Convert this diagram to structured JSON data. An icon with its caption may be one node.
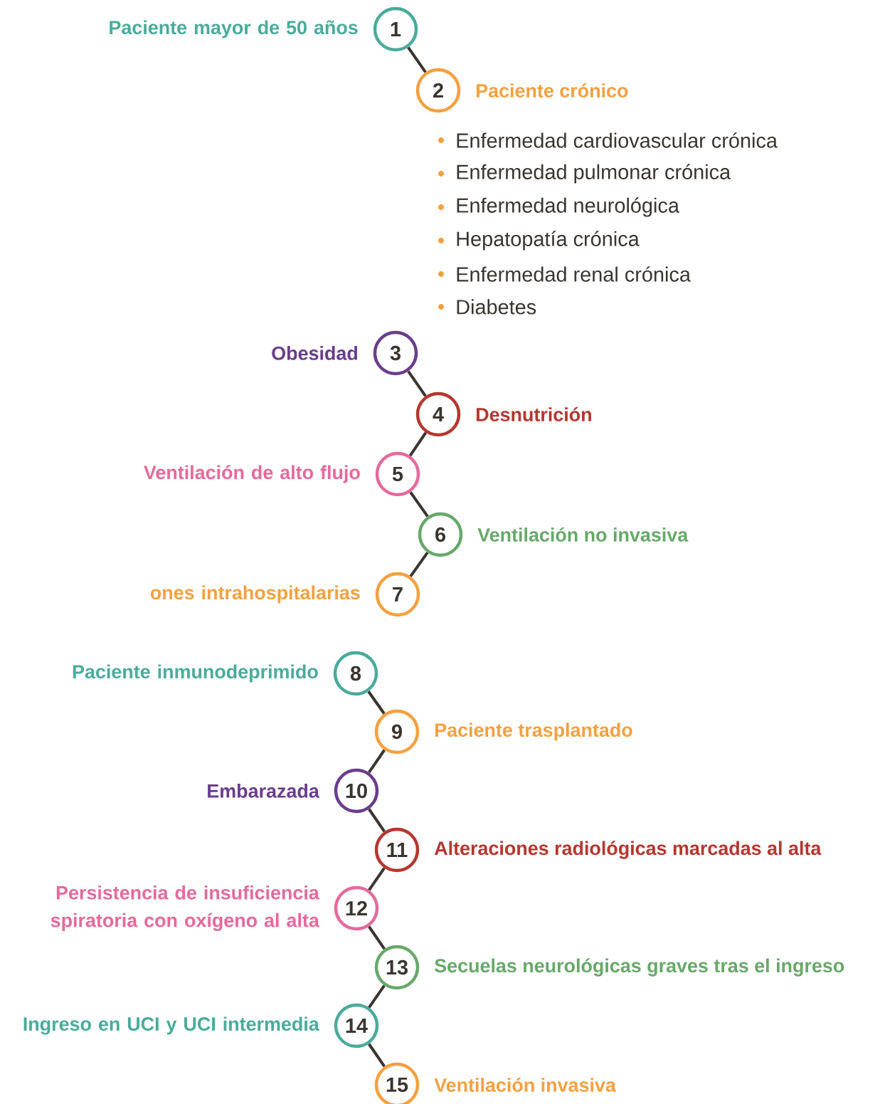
{
  "diagram": {
    "nodes": [
      {
        "text": [
          "1"
        ],
        "beside": [
          "Paciente mayor de 50 años"
        ]
      },
      {
        "text": [
          "2"
        ],
        "beside": [
          "Paciente crónico"
        ]
      },
      {
        "text": [
          "3"
        ],
        "beside": [
          "Obesidad"
        ]
      },
      {
        "text": [
          "4"
        ],
        "beside": [
          "Desnutrición"
        ]
      },
      {
        "text": [
          "5"
        ],
        "beside": [
          "Ventilación de alto flujo"
        ]
      },
      {
        "text": [
          "6"
        ],
        "beside": [
          "Ventilación no invasiva"
        ]
      },
      {
        "text": [
          "7"
        ],
        "beside": [
          "ones intrahospitalarias"
        ]
      },
      {
        "text": [
          "8"
        ],
        "beside": [
          "Paciente inmunodeprimido"
        ]
      },
      {
        "text": [
          "9"
        ],
        "beside": [
          "Paciente trasplantado"
        ]
      },
      {
        "text": [
          "10"
        ],
        "beside": [
          "Embarazada"
        ]
      },
      {
        "text": [
          "11"
        ],
        "beside": [
          "Alteraciones radiológicas marcadas al alta"
        ]
      },
      {
        "text": [
          "12"
        ],
        "beside": [
          "Persistencia de insuficiencia spiratoria con oxígeno al alta"
        ]
      },
      {
        "text": [
          "13"
        ],
        "beside": [
          "Secuelas neurológicas graves tras el ingreso"
        ]
      },
      {
        "text": [
          "14"
        ],
        "beside": [
          "Ingreso en UCI y UCI intermedia"
        ]
      },
      {
        "text": [
          "15"
        ],
        "beside": [
          "Ventilación invasiva"
        ]
      }
    ],
    "edges": [
      {
        "from": 0,
        "to": 1,
        "arrow": "none"
      },
      {
        "from": 2,
        "to": 3,
        "arrow": "none"
      },
      {
        "from": 3,
        "to": 4,
        "arrow": "none"
      },
      {
        "from": 4,
        "to": 5,
        "arrow": "none"
      },
      {
        "from": 5,
        "to": 6,
        "arrow": "none"
      },
      {
        "from": 7,
        "to": 8,
        "arrow": "none"
      },
      {
        "from": 8,
        "to": 9,
        "arrow": "none"
      },
      {
        "from": 9,
        "to": 10,
        "arrow": "none"
      },
      {
        "from": 10,
        "to": 11,
        "arrow": "none"
      },
      {
        "from": 11,
        "to": 12,
        "arrow": "none"
      },
      {
        "from": 12,
        "to": 13,
        "arrow": "none"
      },
      {
        "from": 13,
        "to": 14,
        "arrow": "none"
      }
    ],
    "labels": [
      "Enfermedad cardiovascular crónica",
      "Enfermedad pulmonar crónica",
      "Enfermedad neurológica",
      "Hepatopatía crónica",
      "Enfermedad renal crónica",
      "Diabetes"
    ]
  }
}
